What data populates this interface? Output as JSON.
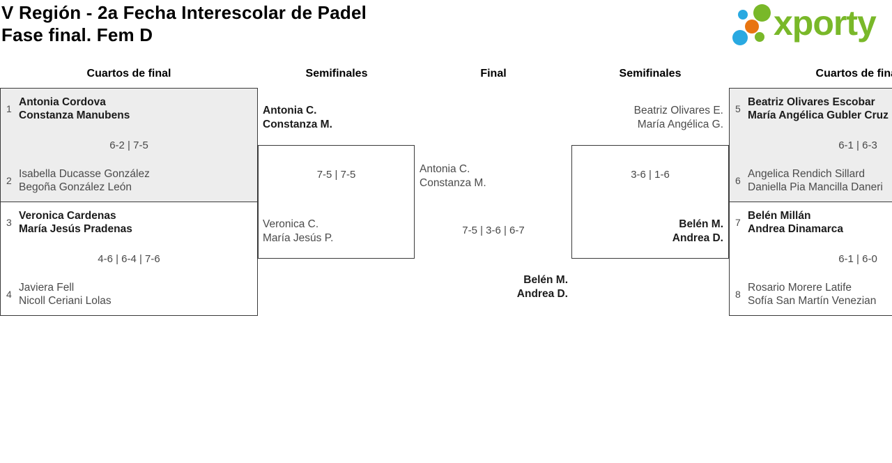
{
  "header": {
    "title_line1": "V Región - 2a Fecha Interescolar de Padel",
    "title_line2": "Fase final. Fem D"
  },
  "logo": {
    "text": "xporty"
  },
  "colors": {
    "brand_green": "#79b829",
    "brand_blue": "#29a9e1",
    "brand_orange": "#e87511",
    "winner_text": "#1b1b1b",
    "loser_text": "#4b4b4b",
    "box_alt_fill": "#ededed",
    "box_border": "#3a3a3a"
  },
  "rounds": {
    "qf_left": "Cuartos de final",
    "sf_left": "Semifinales",
    "final": "Final",
    "sf_right": "Semifinales",
    "qf_right": "Cuartos de final"
  },
  "matches": {
    "qf1": {
      "seed_top": "1",
      "top_team": [
        "Antonia Cordova",
        "Constanza Manubens"
      ],
      "score": "6-2 | 7-5",
      "seed_bottom": "2",
      "bottom_team": [
        "Isabella Ducasse González",
        "Begoña González León"
      ]
    },
    "qf2": {
      "seed_top": "3",
      "top_team": [
        "Veronica Cardenas",
        "María Jesús Pradenas"
      ],
      "score": "4-6 | 6-4 | 7-6",
      "seed_bottom": "4",
      "bottom_team": [
        "Javiera Fell",
        "Nicoll Ceriani Lolas"
      ]
    },
    "qf3": {
      "seed_top": "5",
      "top_team": [
        "Beatriz Olivares Escobar",
        "María Angélica Gubler Cruz"
      ],
      "score": "6-1 | 6-3",
      "seed_bottom": "6",
      "bottom_team": [
        "Angelica Rendich Sillard",
        "Daniella Pia Mancilla Daneri"
      ]
    },
    "qf4": {
      "seed_top": "7",
      "top_team": [
        "Belén Millán",
        "Andrea Dinamarca"
      ],
      "score": "6-1 | 6-0",
      "seed_bottom": "8",
      "bottom_team": [
        "Rosario Morere Latife",
        "Sofía San Martín Venezian"
      ]
    },
    "sf1": {
      "top_team": [
        "Antonia C.",
        "Constanza M."
      ],
      "score": "7-5 | 7-5",
      "bottom_team": [
        "Veronica C.",
        "María Jesús P."
      ]
    },
    "sf2": {
      "top_team": [
        "Beatriz Olivares E.",
        "María Angélica G."
      ],
      "score": "3-6 | 1-6",
      "bottom_team": [
        "Belén M.",
        "Andrea D."
      ]
    },
    "final": {
      "top_team": [
        "Antonia C.",
        "Constanza M."
      ],
      "score": "7-5 | 3-6 | 6-7",
      "bottom_team": [
        "Belén M.",
        "Andrea D."
      ]
    }
  }
}
